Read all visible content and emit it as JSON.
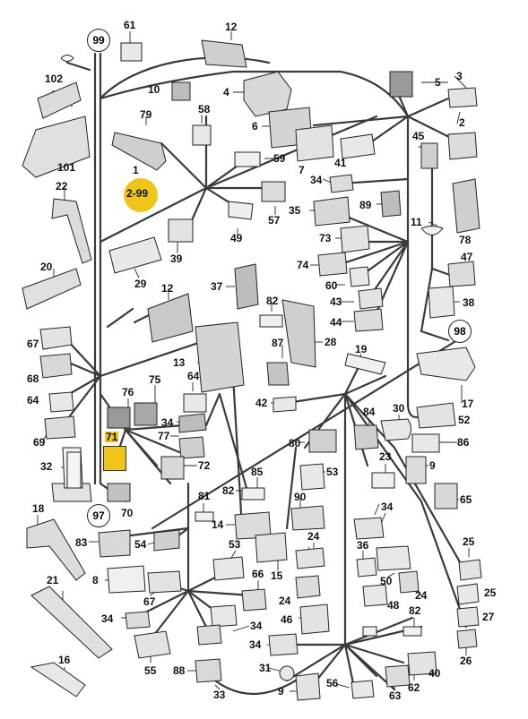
{
  "diagram": {
    "highlight": {
      "top": "1",
      "bottom": "2-99",
      "color": "#f0c419"
    },
    "highlight_part": {
      "label": "71",
      "color": "#f0c419"
    },
    "circled_refs": [
      "99",
      "98",
      "97"
    ],
    "part_labels": [
      "61",
      "12",
      "99",
      "102",
      "10",
      "4",
      "79",
      "58",
      "101",
      "22",
      "20",
      "59",
      "57",
      "49",
      "39",
      "29",
      "12",
      "37",
      "82",
      "67",
      "68",
      "64",
      "69",
      "76",
      "75",
      "64",
      "13",
      "28",
      "87",
      "71",
      "34",
      "77",
      "72",
      "32",
      "97",
      "85",
      "82",
      "42",
      "19",
      "98",
      "17",
      "18",
      "83",
      "54",
      "81",
      "14",
      "80",
      "53",
      "90",
      "84",
      "30",
      "52",
      "86",
      "23",
      "9",
      "65",
      "34",
      "8",
      "67",
      "53",
      "66",
      "15",
      "24",
      "36",
      "25",
      "50",
      "24",
      "25",
      "27",
      "34",
      "34",
      "55",
      "46",
      "48",
      "82",
      "26",
      "21",
      "16",
      "88",
      "33",
      "31",
      "9",
      "56",
      "63",
      "62",
      "40",
      "24",
      "34",
      "3",
      "5",
      "2",
      "6",
      "7",
      "41",
      "45",
      "34",
      "35",
      "89",
      "73",
      "11",
      "78",
      "74",
      "60",
      "47",
      "43",
      "38",
      "44"
    ],
    "colors": {
      "line": "#333333",
      "part_fill": "#e8e8e8",
      "part_dark": "#9a9a9a"
    }
  }
}
